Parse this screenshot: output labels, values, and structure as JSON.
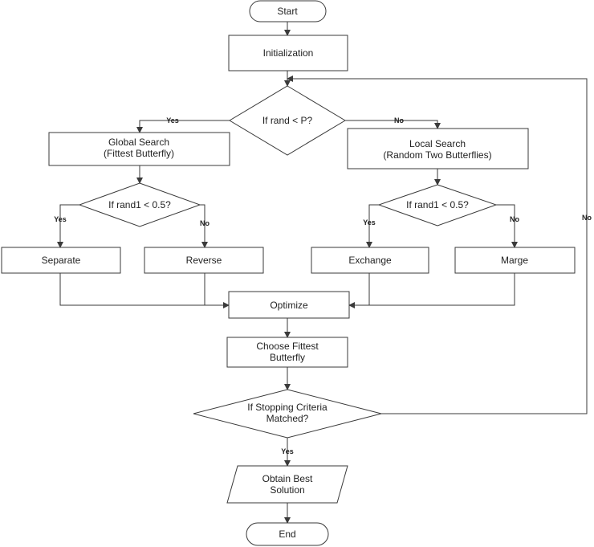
{
  "nodes": {
    "start": "Start",
    "init": "Initialization",
    "decision_p": "If rand < P?",
    "global_l1": "Global Search",
    "global_l2": "(Fittest Butterfly)",
    "local_l1": "Local Search",
    "local_l2": "(Random Two Butterflies)",
    "decision_left": "If rand1 < 0.5?",
    "decision_right": "If rand1 < 0.5?",
    "separate": "Separate",
    "reverse": "Reverse",
    "exchange": "Exchange",
    "marge": "Marge",
    "optimize": "Optimize",
    "choose_l1": "Choose Fittest",
    "choose_l2": "Butterfly",
    "stop_l1": "If Stopping Criteria",
    "stop_l2": "Matched?",
    "best_l1": "Obtain Best",
    "best_l2": "Solution",
    "end": "End"
  },
  "edges": {
    "yes_global": "Yes",
    "no_local": "No",
    "yes_left": "Yes",
    "no_left": "No",
    "yes_right": "Yes",
    "no_right": "No",
    "no_loop": "No",
    "yes_stop": "Yes"
  }
}
